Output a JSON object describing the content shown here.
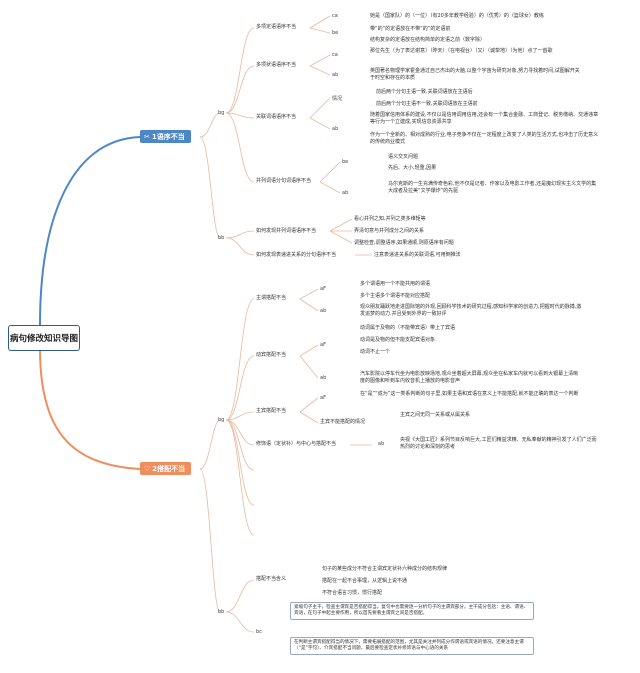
{
  "root": {
    "title": "病句修改知识导图"
  },
  "colors": {
    "branch1": "#4d86c6",
    "branch2": "#f08d5c",
    "edge": "#e7b99c"
  },
  "branch1": {
    "title": "1语序不当",
    "icon": "scissors-icon",
    "ba": {
      "tag": "bg",
      "items": [
        {
          "label": "多项定语语序不当",
          "subs": [
            {
              "tag": "ca",
              "texts": [
                "她是（国家队）的（一位）（有20多年教学经验）的（优秀）的（篮球女）教练"
              ]
            },
            {
              "tag": "be",
              "texts": [
                "带“的”的定语放在不带“的”的定语前",
                "结构复杂的定语放在结构简单的定语之前（数字除）"
              ]
            }
          ]
        },
        {
          "label": "多项状语语序不当",
          "subs": [
            {
              "tag": "ca",
              "texts": [
                "那位先生（为了表达谢意）（昨天）（在电视台）（又）（诚挚地）（为他）点了一首歌"
              ]
            },
            {
              "tag": "ab",
              "texts": [
                "英国著名物理学家霍金通过自己杰出的大脑,以整个宇宙为研究对象,努力寻找着时间,试图解开关于时空和存在的本质"
              ]
            }
          ]
        },
        {
          "label": "关联词语语序不当",
          "subs": [
            {
              "tag": "情况",
              "texts": [
                "前后两个分句主语一致,关联词语放在主语后",
                "前后两个分句主语不一致,关联词语放在主语前"
              ]
            },
            {
              "tag": "ab",
              "texts": [
                "随着国家信用体系的建设,不仅以是信用调用信用,还会有一个集合金融、工商登记、税务缴纳、交通违章等行为一个立建成,实现信息资源共享",
                "作为一个全新的、相对成熟的行业,电子竞争不仅在一定程度上改变了人类的生活方式,也冲击了历史意义的传统商业模式"
              ]
            }
          ]
        },
        {
          "label": "并列词语分句词语序不当",
          "subs": [
            {
              "tag": "be",
              "texts": [
                "语义交叉问题",
                "先后、大小,轻重,因果"
              ]
            },
            {
              "tag": "ab",
              "texts": [
                "马尔克斯的一生充满传奇色彩,他不仅是记者、作家以及电影工作者,还是魔幻现实主义文学的集大成者及拉美“文学爆炸”的先驱"
              ]
            }
          ]
        }
      ]
    },
    "bb": {
      "tag": "bb",
      "items": [
        {
          "label": "如何发现并列词语语序不当",
          "texts": [
            "看心并列之知,并列之类多维矩等",
            "弄清句意与并列成分之间的关系",
            "调整检查,调整语序,如果通顺,则原语序有问题"
          ]
        },
        {
          "label": "如何发现表递进关系的分句语序不当",
          "texts": [
            "注意表递进关系的关联词语,可用倒推法"
          ]
        }
      ]
    }
  },
  "branch2": {
    "title": "2搭配不当",
    "icon": "heart-icon",
    "ba": {
      "tag": "bg",
      "items": [
        {
          "label": "主谓搭配不当",
          "subs": [
            {
              "tag": "aF",
              "texts": [
                "多个谓语用一个不能共用的谓语",
                "多个主语多个谓语不能对应搭配"
              ]
            },
            {
              "tag": "ab",
              "texts": [
                "观众朋友踊跃地走进国际馆的外观,回顾科学技术的研究过程,感知科学家的创造力,把握时代的脉搏,激发追梦的动力.并且受到外界的一致好评"
              ]
            }
          ]
        },
        {
          "label": "动宾搭配不当",
          "subs": [
            {
              "tag": "aF",
              "texts": [
                "动词属于及物的（不能带宾语）带上了宾语",
                "动词是及物的但不能支配宾语对象",
                "动词不止一个"
              ]
            },
            {
              "tag": "ab",
              "texts": [
                "汽车影院以停车代坐为电影放映场地,观众坐着超大屏幕,观众坐在私家车内就可以看到大银幕上清晰度的图像和听到车内收音机上播放的电影音声"
              ]
            }
          ]
        },
        {
          "label": "主宾搭配不当",
          "subs": [
            {
              "tag": "aF",
              "texts": [
                "在“是”“成为”这一类系判断的句子里,如果主语和宾语在意义上不能搭配,就不能正确的表达一个判断"
              ]
            },
            {
              "tag": "主宾不能搭配的情况",
              "texts": [
                "主宾之间无同一关系或从属关系"
              ]
            }
          ]
        },
        {
          "label": "修饰语（定状补）与中心与搭配不当",
          "subs": [
            {
              "tag": "ab",
              "texts": [
                "央视《大国工匠》系列节目反响巨大,工匠们精益求精、无私奉献的精神引发了人们广泛而热烈的讨论和深刻的思考"
              ]
            }
          ]
        }
      ]
    },
    "bb": {
      "tag": "bb",
      "items": [
        {
          "label": "搭配不当含义",
          "texts": [
            "句子的某些成分不符合主谓宾定状补六种成分的结构规律",
            "搭配在一起不合事理，从逻辑上说不通",
            "不符合语言习惯，惯行搭配"
          ]
        },
        {
          "label": "",
          "tag": "bc",
          "paras": [
            "紧缩句子主干，检查主谓宾是否搭配得当。复句中也需要逐一分析句子的主谓宾部分。主干成分包括：主语、谓语、宾语，在句子中起主要作用，所以首先要看主谓宾之间是否搭配。",
            "在判断主谓宾搭配得当的情况下，需要拓展搭配的范围，尤其是关注并列成分作谓语或宾语的情况，还要注意主谓（“是”字句）、介宾搭配不当问题，最后要检查定状补修饰语与中心语的关系"
          ]
        }
      ]
    }
  }
}
